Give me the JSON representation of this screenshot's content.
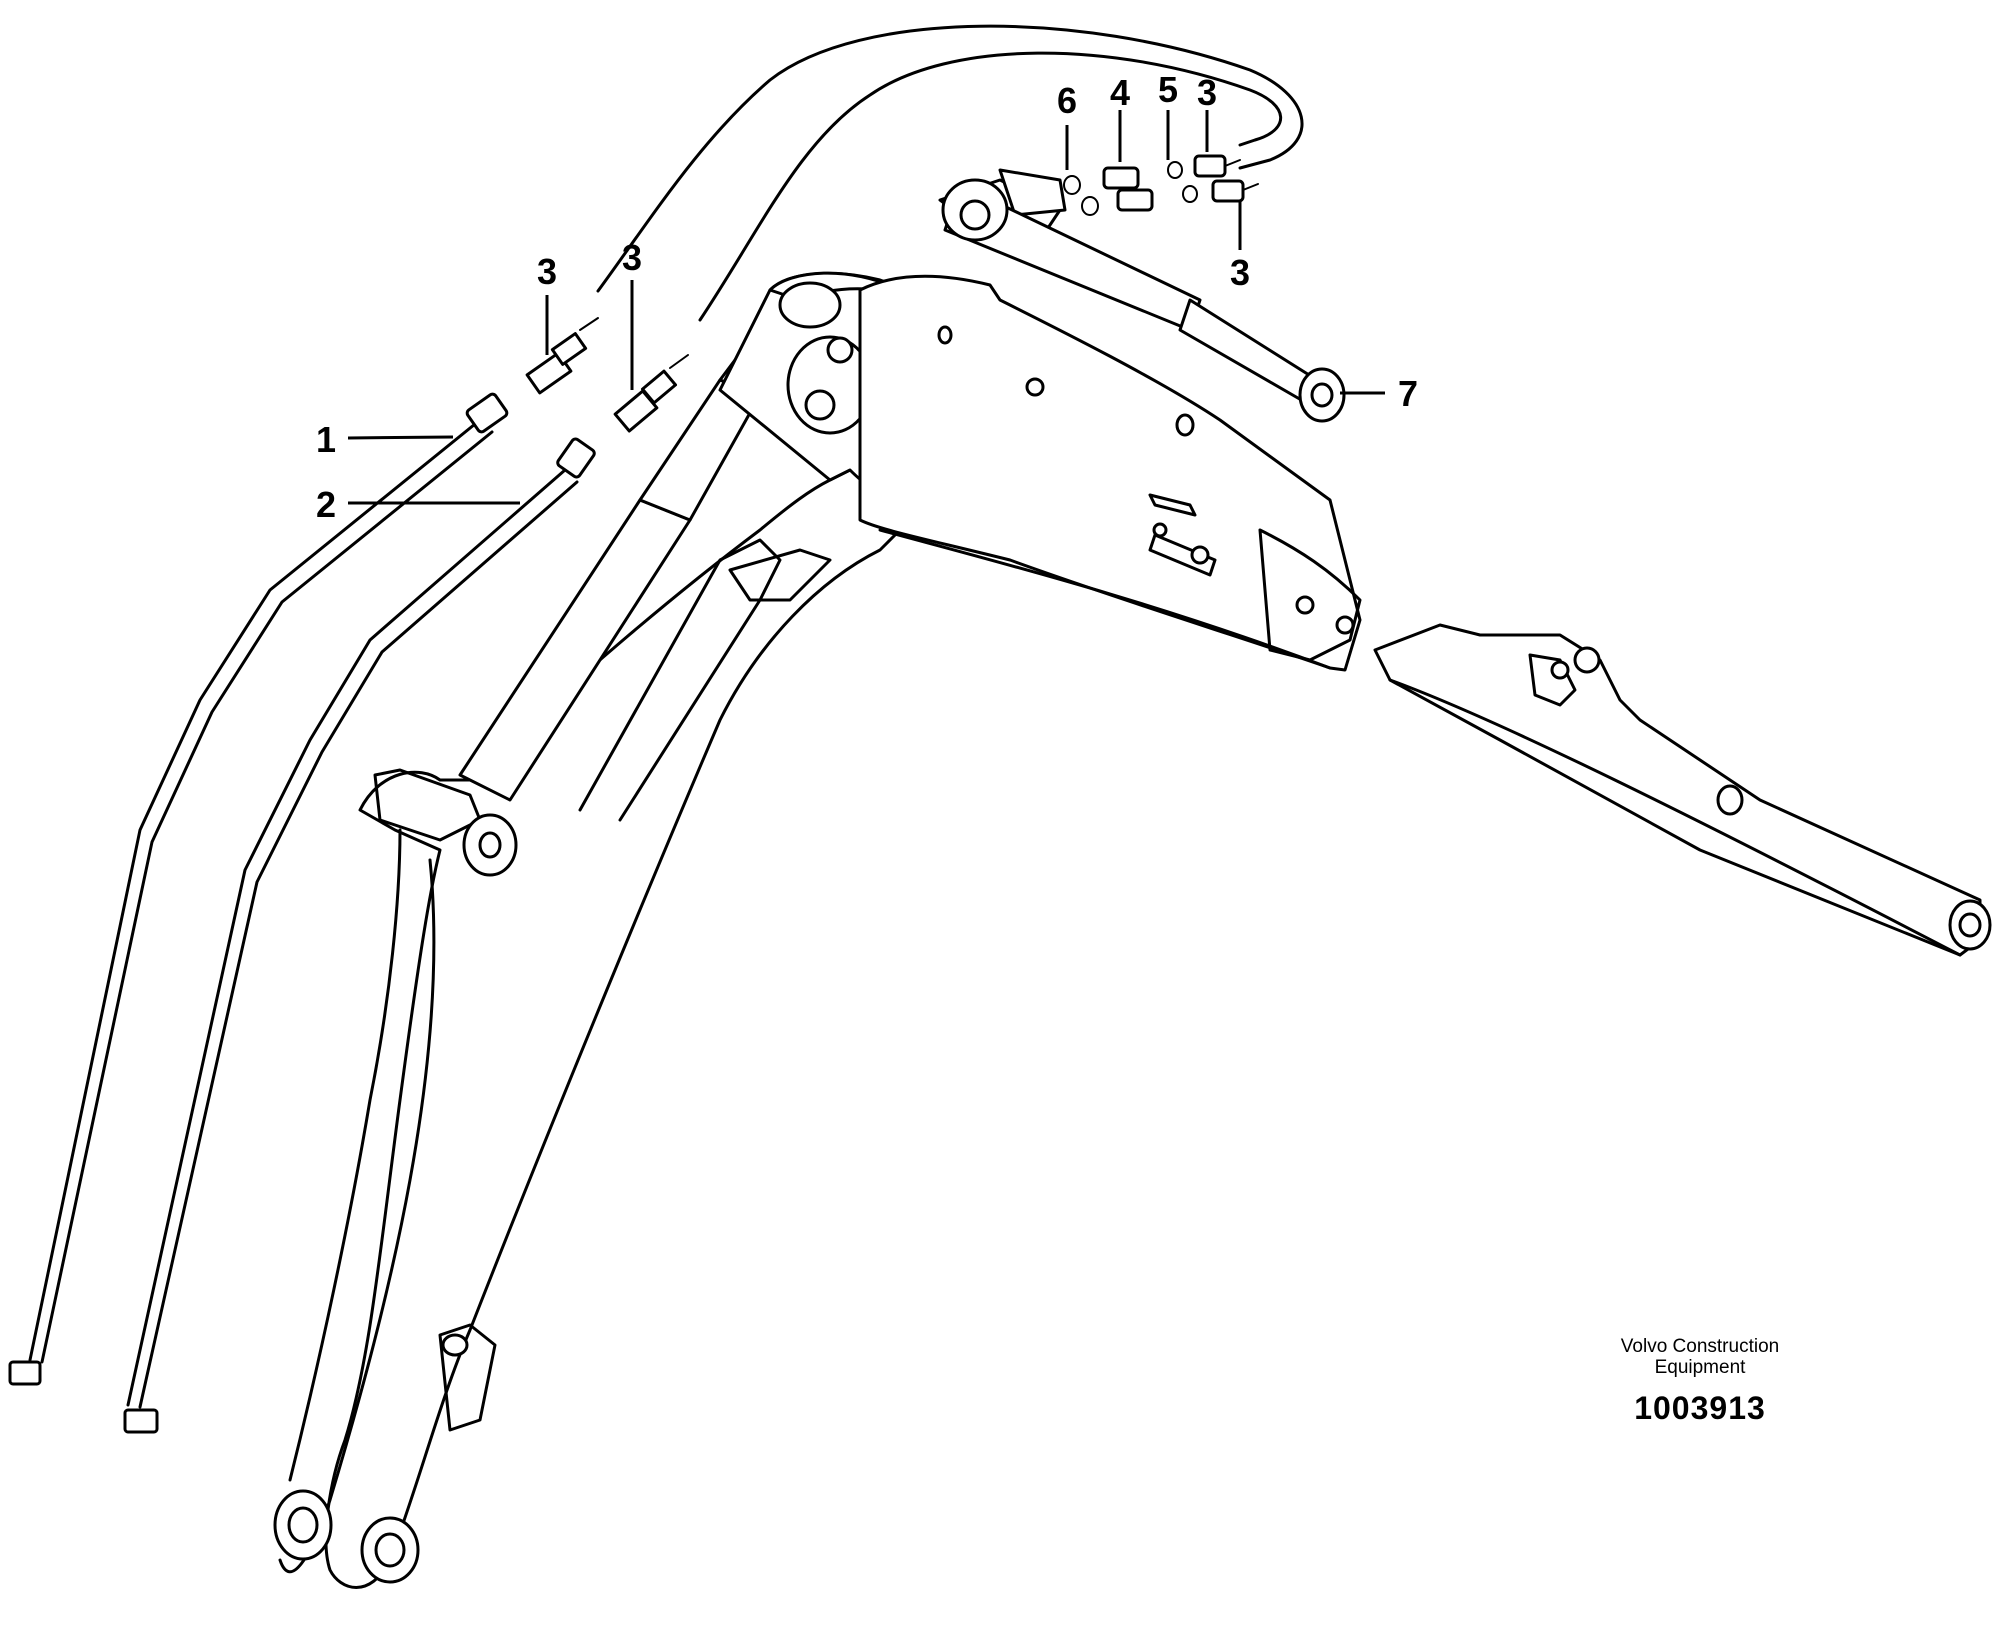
{
  "callouts": {
    "c1": "1",
    "c2": "2",
    "c3a": "3",
    "c3b": "3",
    "c3c": "3",
    "c3d": "3",
    "c4": "4",
    "c5": "5",
    "c6": "6",
    "c7": "7"
  },
  "footer": {
    "company_line1": "Volvo Construction",
    "company_line2": "Equipment",
    "drawing_number": "1003913"
  }
}
